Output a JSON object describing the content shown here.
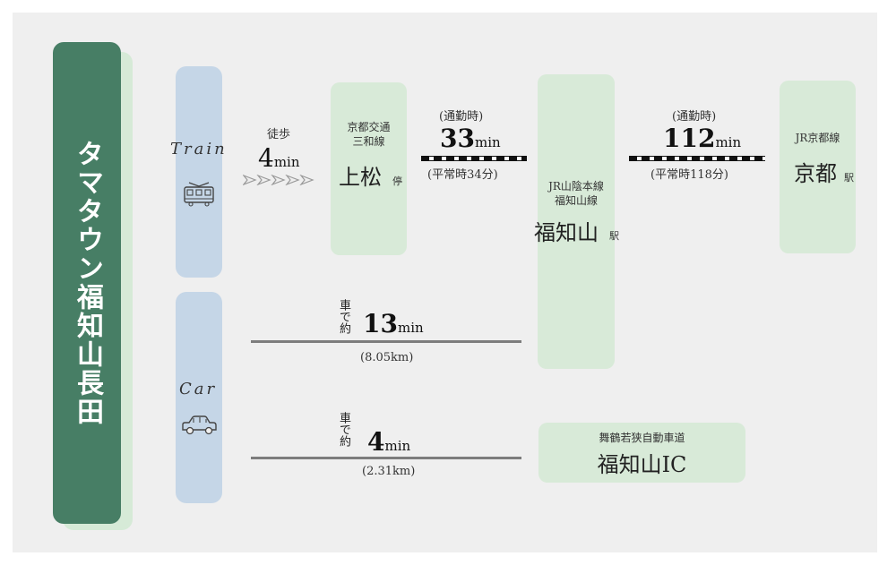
{
  "origin": {
    "name": "タマタウン福知山長田"
  },
  "modes": {
    "train": "Train",
    "car": "Car"
  },
  "walk": {
    "label": "徒歩",
    "value": "4",
    "unit": "min"
  },
  "kamimatsu": {
    "line": "京都交通",
    "line2": "三和線",
    "name": "上松",
    "suffix": "停"
  },
  "seg1": {
    "label": "(通勤時)",
    "value": "33",
    "unit": "min",
    "normal": "(平常時34分)"
  },
  "fukuchiyama": {
    "line": "JR山陰本線",
    "line2": "福知山線",
    "name": "福知山",
    "suffix": "駅"
  },
  "seg2": {
    "label": "(通勤時)",
    "value": "112",
    "unit": "min",
    "normal": "(平常時118分)"
  },
  "kyoto": {
    "line": "JR京都線",
    "name": "京都",
    "suffix": "駅"
  },
  "car1": {
    "label": "車で約",
    "value": "13",
    "unit": "min",
    "distance": "(8.05km)"
  },
  "car2": {
    "label": "車で約",
    "value": "4",
    "unit": "min",
    "distance": "(2.31km)"
  },
  "ic": {
    "road": "舞鶴若狭自動車道",
    "name": "福知山IC"
  },
  "colors": {
    "origin": "#477e65",
    "station": "#d8ead8",
    "mode": "#c5d6e7",
    "panel": "#efefef"
  }
}
